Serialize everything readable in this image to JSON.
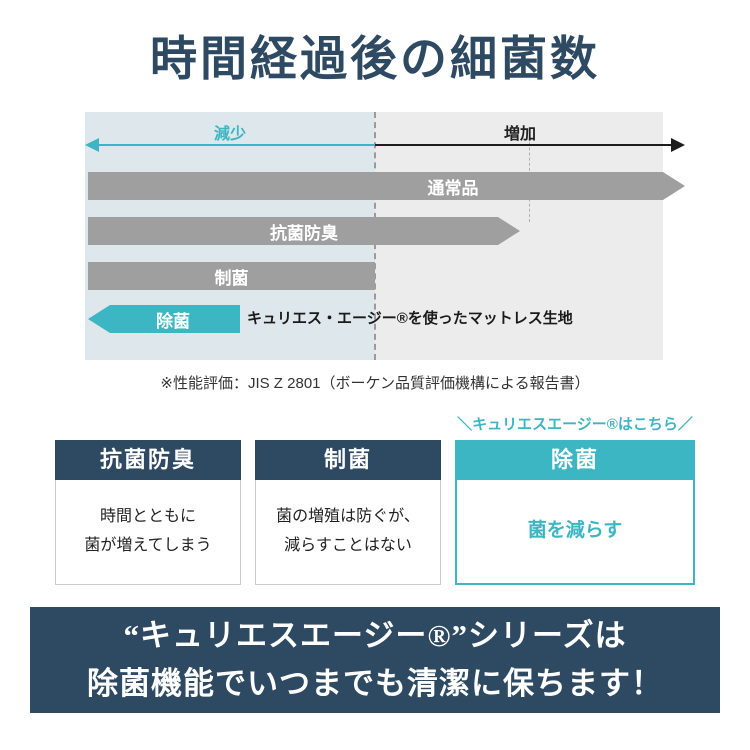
{
  "title": "時間経過後の細菌数",
  "chart": {
    "decrease_label": "減少",
    "increase_label": "増加",
    "bars": [
      {
        "label": "通常品"
      },
      {
        "label": "抗菌防臭"
      },
      {
        "label": "制菌"
      },
      {
        "label": "除菌",
        "note": "キュリエス・エージー®を使ったマットレス生地"
      }
    ],
    "note": "※性能評価：JIS Z 2801（ボーケン品質評価機構による報告書）"
  },
  "cards": [
    {
      "header": "抗菌防臭",
      "body": "時間とともに\n菌が増えてしまう"
    },
    {
      "header": "制菌",
      "body": "菌の増殖は防ぐが、\n減らすことはない"
    },
    {
      "header": "除菌",
      "body": "菌を減らす",
      "callout": "＼キュリエスエージー®はこちら／"
    }
  ],
  "banner": {
    "line1": "“キュリエスエージー®”シリーズは",
    "line2": "除菌機能でいつまでも清潔に保ちます！"
  },
  "colors": {
    "navy": "#2e4a63",
    "teal": "#3cb6c3",
    "gray_bar": "#9f9f9f"
  }
}
